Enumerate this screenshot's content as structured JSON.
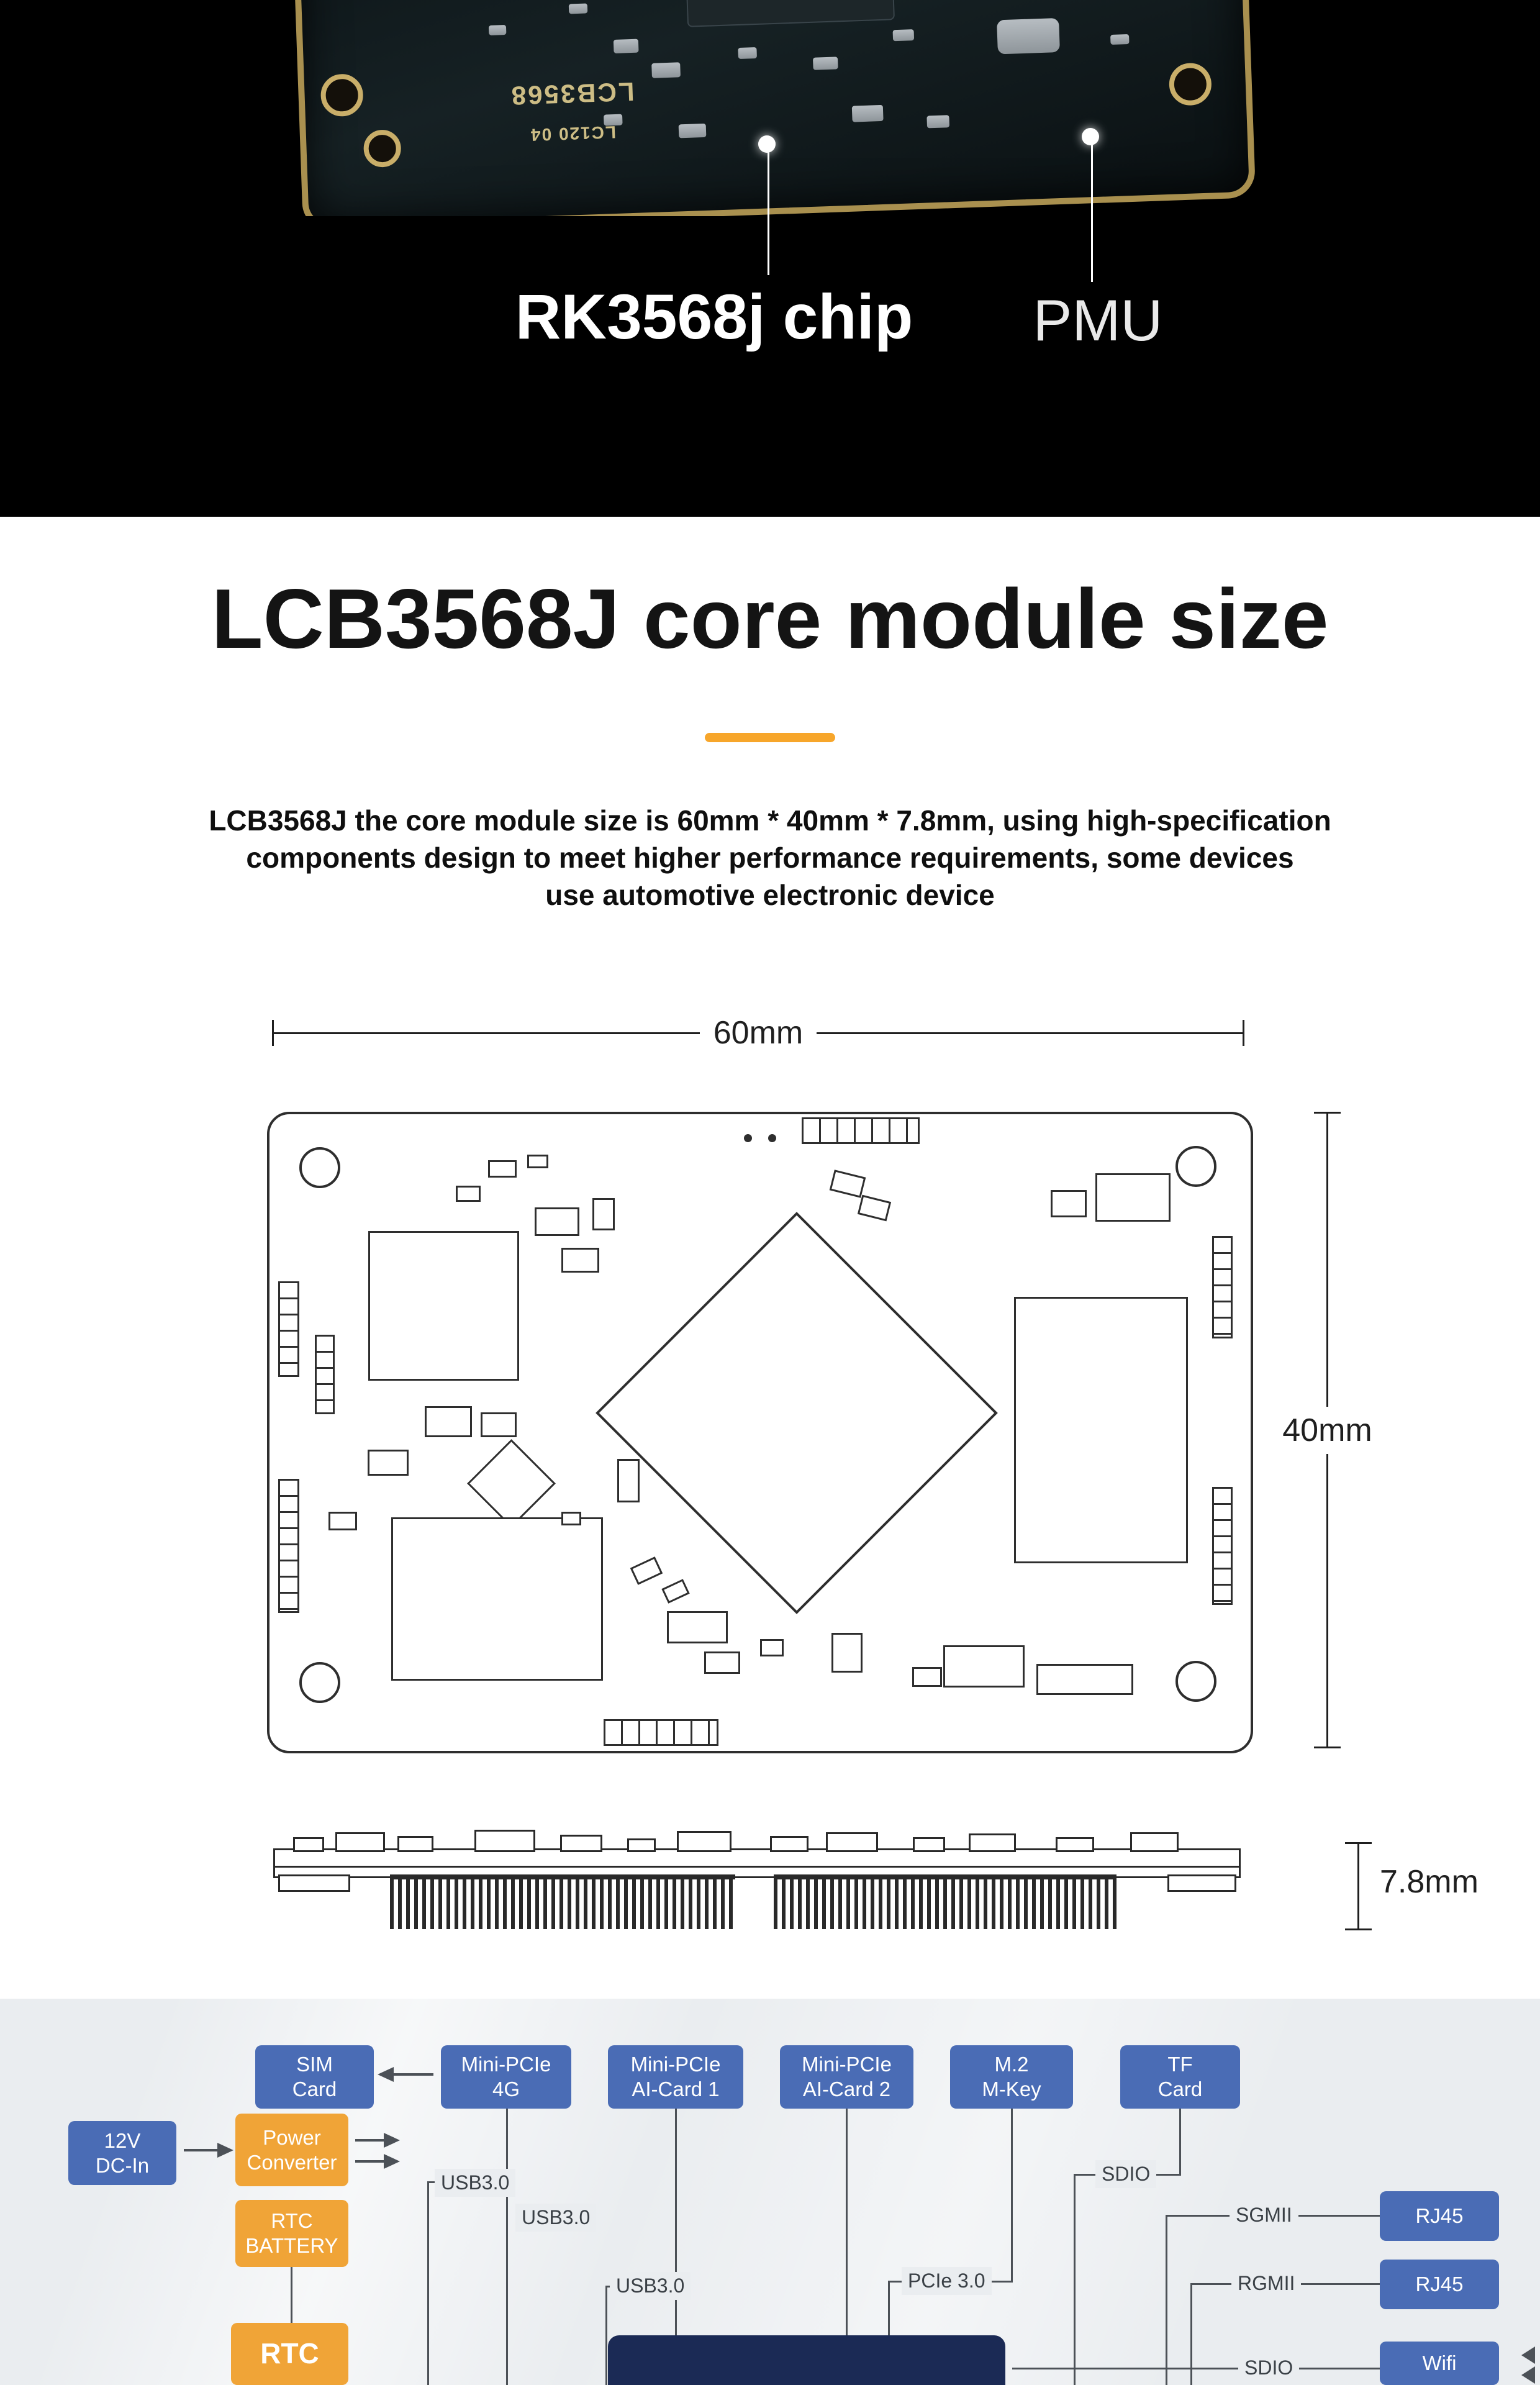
{
  "hero": {
    "chip_label": "RK3568j chip",
    "pmu_label": "PMU",
    "board_silkscreen_1": "LCB3568",
    "board_silkscreen_2": "LC120 04"
  },
  "size_section": {
    "title": "LCB3568J core module size",
    "description": "LCB3568J the core module size is 60mm * 40mm * 7.8mm, using high-specification\ncomponents design to meet higher performance requirements, some devices\nuse automotive electronic device",
    "dim_width": "60mm",
    "dim_height": "40mm",
    "dim_thickness": "7.8mm",
    "accent_color": "#f7a62b"
  },
  "block_diagram": {
    "top_boxes": [
      {
        "label": "SIM\nCard"
      },
      {
        "label": "Mini-PCIe\n4G"
      },
      {
        "label": "Mini-PCIe\nAI-Card 1"
      },
      {
        "label": "Mini-PCIe\nAI-Card 2"
      },
      {
        "label": "M.2\nM-Key"
      },
      {
        "label": "TF\nCard"
      }
    ],
    "left_boxes": {
      "dc_in": "12V\nDC-In",
      "power_converter": "Power\nConverter",
      "rtc_battery": "RTC\nBATTERY",
      "rtc": "RTC"
    },
    "bus_labels": {
      "usb_1": "USB3.0",
      "usb_2": "USB3.0",
      "usb_3": "USB3.0",
      "pcie": "PCIe 3.0",
      "sdio_tf": "SDIO",
      "sgmii": "SGMII",
      "rgmii": "RGMII",
      "sdio_wifi": "SDIO"
    },
    "right_boxes": [
      {
        "label": "RJ45"
      },
      {
        "label": "RJ45"
      },
      {
        "label": "Wifi"
      }
    ],
    "colors": {
      "box_blue": "#4a6cb5",
      "box_orange": "#f0a437",
      "soc_navy": "#1b2a55",
      "line": "#4c5157",
      "accent": "#f7a62b"
    }
  }
}
